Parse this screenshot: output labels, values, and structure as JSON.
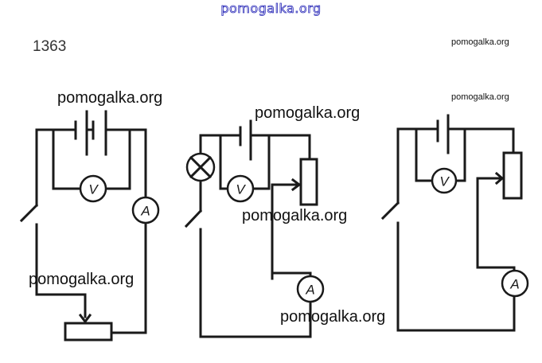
{
  "header": {
    "watermark": "pomogalka.org"
  },
  "problem": {
    "number": "1363"
  },
  "watermarks": {
    "top_right": "pomogalka.org",
    "right_small": "pomogalka.org",
    "d1_top": "pomogalka.org",
    "d1_bottom": "pomogalka.org",
    "d2_top": "pomogalka.org",
    "d2_middle": "pomogalka.org",
    "d2_bottom": "pomogalka.org"
  },
  "symbols": {
    "voltmeter": "V",
    "ammeter": "A"
  },
  "colors": {
    "wire": "#1a1a1a",
    "header_watermark": "#2a2ab8"
  },
  "diagrams": [
    {
      "id": "circuit-1",
      "components": [
        "battery",
        "voltmeter",
        "ammeter",
        "switch",
        "rheostat"
      ]
    },
    {
      "id": "circuit-2",
      "components": [
        "battery",
        "lamp",
        "voltmeter",
        "ammeter",
        "switch",
        "rheostat"
      ]
    },
    {
      "id": "circuit-3",
      "components": [
        "battery",
        "voltmeter",
        "ammeter",
        "switch",
        "rheostat"
      ]
    }
  ]
}
